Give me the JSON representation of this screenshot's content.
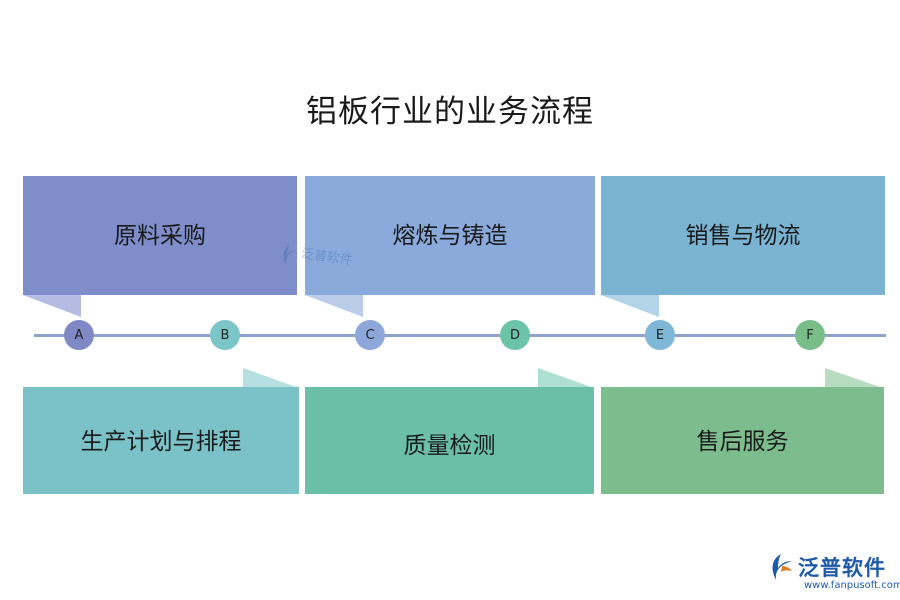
{
  "title": "铝板行业的业务流程",
  "steps_top": [
    {
      "label": "原料采购",
      "color": "#7f8dcb",
      "flag_color": "#b4bce3"
    },
    {
      "label": "熔炼与铸造",
      "color": "#8aaadc",
      "flag_color": "#bccdea"
    },
    {
      "label": "销售与物流",
      "color": "#7bb4d2",
      "flag_color": "#b3d4e6"
    }
  ],
  "steps_bottom": [
    {
      "label": "生产计划与排程",
      "color": "#7ac2c7",
      "flag_color": "#b5dfe1"
    },
    {
      "label": "质量检测",
      "color": "#6bbfa5",
      "flag_color": "#ade0d0"
    },
    {
      "label": "售后服务",
      "color": "#7dbc8d",
      "flag_color": "#b8dcc0"
    }
  ],
  "nodes": [
    {
      "letter": "A",
      "color": "#7f89c6"
    },
    {
      "letter": "B",
      "color": "#7cc5c8"
    },
    {
      "letter": "C",
      "color": "#8ea7db"
    },
    {
      "letter": "D",
      "color": "#6bc4a8"
    },
    {
      "letter": "E",
      "color": "#7fb8d6"
    },
    {
      "letter": "F",
      "color": "#79bd88"
    }
  ],
  "watermark": {
    "text": "泛普软件",
    "icon": "fanpu-logo-icon"
  },
  "logo": {
    "name": "泛普软件",
    "url": "www.fanpusoft.com",
    "color": "#1e5aa8",
    "icon": "fanpu-logo-icon"
  }
}
